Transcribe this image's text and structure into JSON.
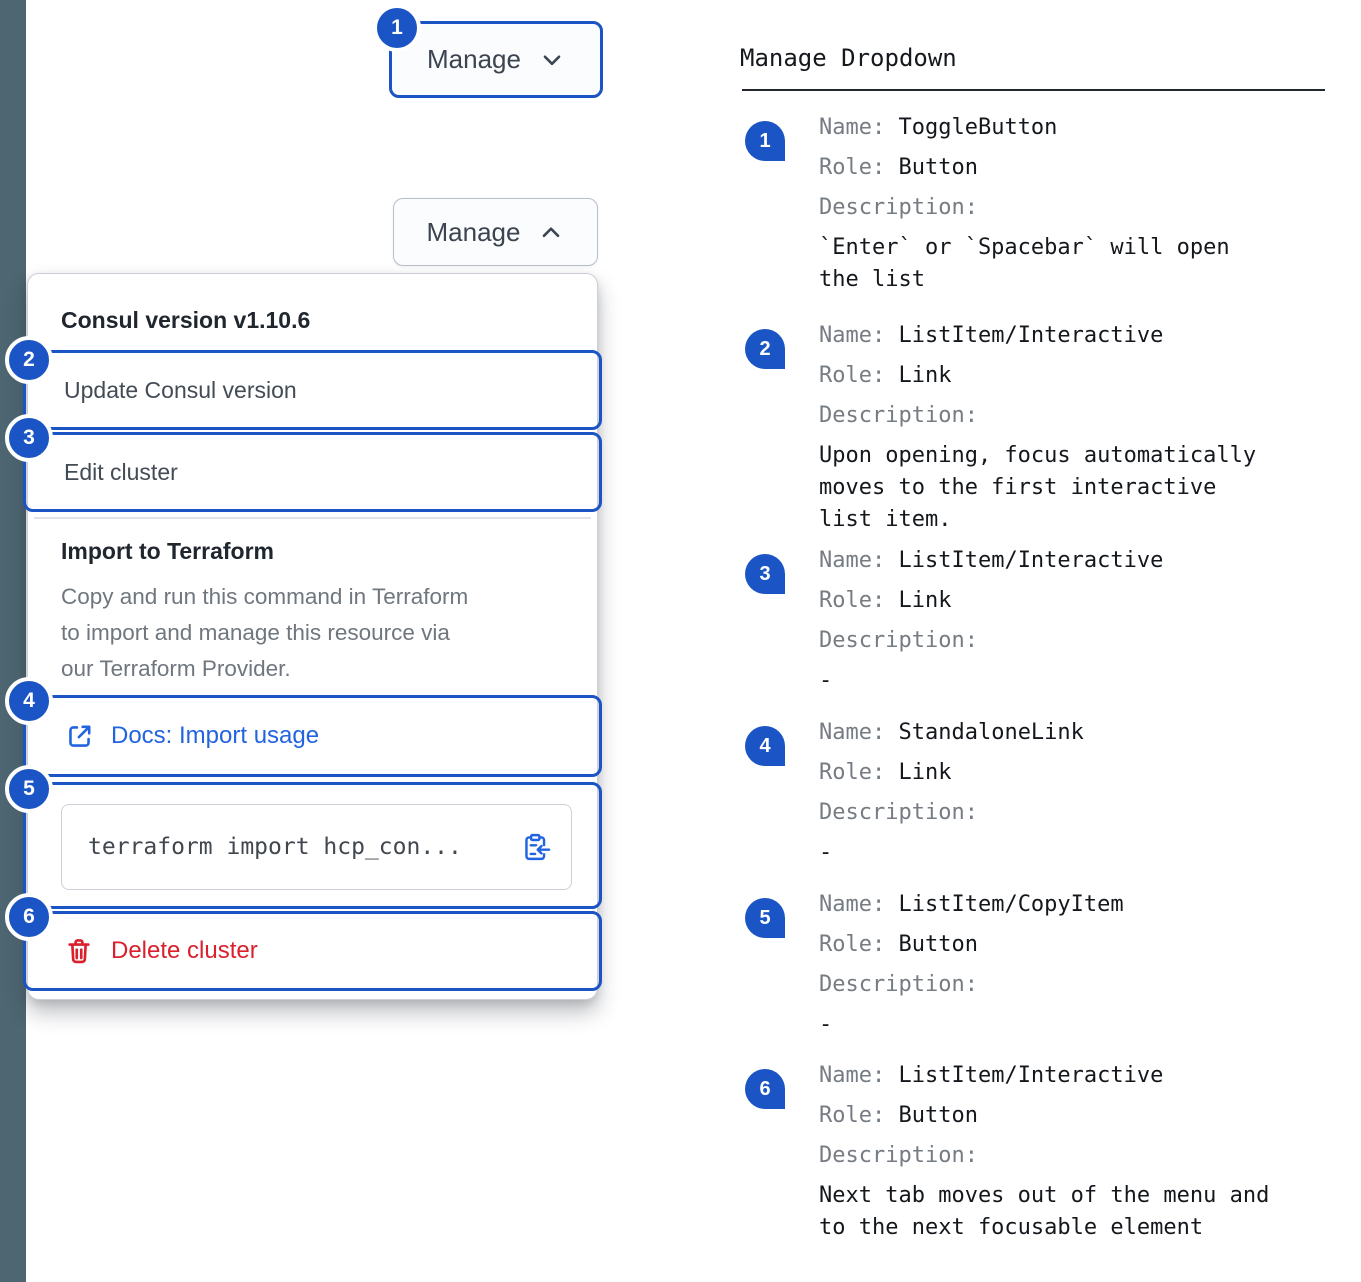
{
  "badges": {
    "n1": "1",
    "n2": "2",
    "n3": "3",
    "n4": "4",
    "n5": "5",
    "n6": "6"
  },
  "left": {
    "manage_button": {
      "label": "Manage"
    },
    "dropdown": {
      "version_text": "Consul version v1.10.6",
      "update_item": "Update Consul version",
      "edit_item": "Edit cluster",
      "import_title": "Import to Terraform",
      "import_description": "Copy and run this command in Terraform\nto import and manage this resource via\nour Terraform Provider.",
      "docs_link": "Docs: Import usage",
      "terraform_command": "terraform import hcp_con...",
      "delete_item": "Delete cluster"
    }
  },
  "right": {
    "title": "Manage Dropdown",
    "field_labels": {
      "name": "Name:",
      "role": "Role:",
      "description": "Description:"
    },
    "items": [
      {
        "num": "1",
        "name": "ToggleButton",
        "role": "Button",
        "description": "`Enter` or `Spacebar` will open\nthe list"
      },
      {
        "num": "2",
        "name": "ListItem/Interactive",
        "role": "Link",
        "description": "Upon opening, focus automatically\nmoves to the first interactive\nlist item."
      },
      {
        "num": "3",
        "name": "ListItem/Interactive",
        "role": "Link",
        "description": "-"
      },
      {
        "num": "4",
        "name": "StandaloneLink",
        "role": "Link",
        "description": "-"
      },
      {
        "num": "5",
        "name": "ListItem/CopyItem",
        "role": "Button",
        "description": "-"
      },
      {
        "num": "6",
        "name": "ListItem/Interactive",
        "role": "Button",
        "description": "Next tab moves out of the menu and\nto the next focusable element"
      }
    ]
  },
  "colors": {
    "badge_blue": "#1b54c4",
    "focus_outline_blue": "#1b54c4",
    "link_blue": "#2264e0",
    "critical_red": "#d9202c",
    "stripe_slate": "#4d6671"
  }
}
